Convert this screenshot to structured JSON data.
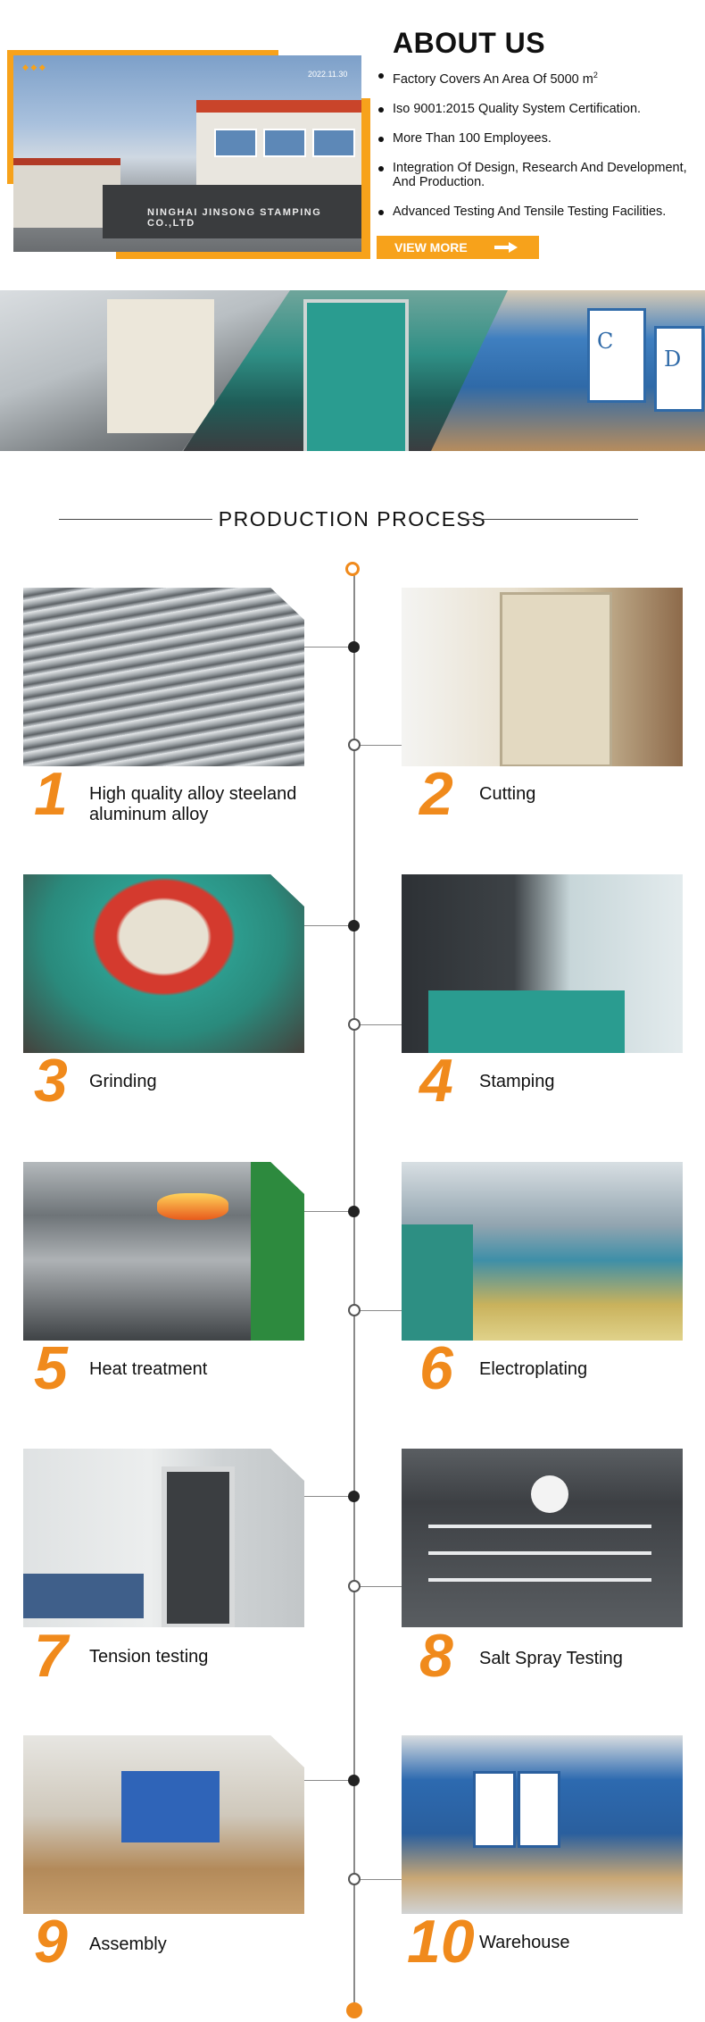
{
  "about": {
    "title": "ABOUT US",
    "items": [
      "Factory Covers An Area Of 5000 m",
      "Iso 9001:2015 Quality System Certification.",
      "More Than 100 Employees.",
      "Integration Of Design, Research And Development, And Production.",
      "Advanced Testing And Tensile Testing Facilities."
    ],
    "area_superscript": "2",
    "button_label": "VIEW MORE",
    "photo_sign": "NINGHAI JINSONG STAMPING CO.,LTD",
    "photo_timestamp": "2022.11.30"
  },
  "banner": {
    "rack_labels": [
      "C",
      "D"
    ]
  },
  "process": {
    "title": "PRODUCTION PROCESS",
    "steps": [
      {
        "num": "1",
        "label": "High quality alloy steeland aluminum alloy"
      },
      {
        "num": "2",
        "label": "Cutting"
      },
      {
        "num": "3",
        "label": "Grinding"
      },
      {
        "num": "4",
        "label": "Stamping"
      },
      {
        "num": "5",
        "label": "Heat treatment"
      },
      {
        "num": "6",
        "label": "Electroplating"
      },
      {
        "num": "7",
        "label": "Tension testing"
      },
      {
        "num": "8",
        "label": "Salt Spray Testing"
      },
      {
        "num": "9",
        "label": "Assembly"
      },
      {
        "num": "10",
        "label": "Warehouse"
      }
    ]
  },
  "colors": {
    "accent": "#f7a21b",
    "number": "#f08a1c"
  }
}
